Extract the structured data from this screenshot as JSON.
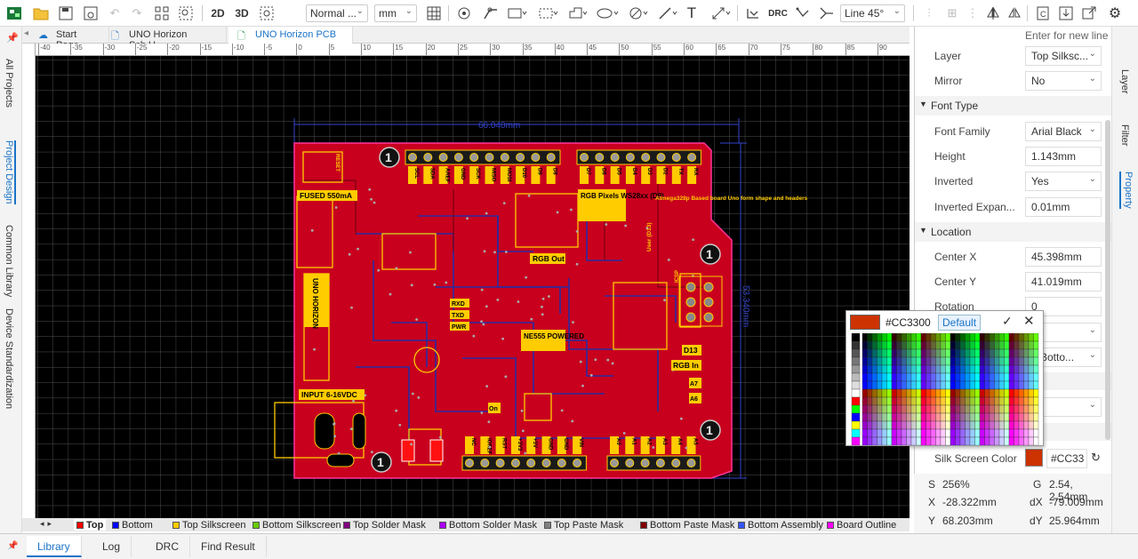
{
  "toolbar": {
    "mode_2d": "2D",
    "mode_3d": "3D",
    "view_select": "Normal ...",
    "unit_select": "mm",
    "drc_label": "DRC",
    "line_select": "Line 45°"
  },
  "left_tabs": [
    "All Projects",
    "Project Design",
    "Common Library",
    "Device Standardization"
  ],
  "doc_tabs": [
    "Start Page",
    "UNO Horizon Sch.U...",
    "UNO Horizon PCB"
  ],
  "ruler_ticks": [
    "-40",
    "-35",
    "-30",
    "-25",
    "-20",
    "-15",
    "-10",
    "-5",
    "0",
    "5",
    "10",
    "15",
    "20",
    "25",
    "30",
    "35",
    "40",
    "45",
    "50",
    "55",
    "60",
    "65",
    "70",
    "75",
    "80",
    "85",
    "90"
  ],
  "board": {
    "width_dim": "66.040mm",
    "height_dim": "53.340mm",
    "labels": {
      "fused": "FUSED 550mA",
      "rgb_pixels": "RGB Pixels WS28xx (D9)",
      "atmega": "Atmega328p Based board Uno form shape and headers",
      "rgb_out": "RGB Out",
      "horizon": "UNO HORIZON",
      "rxd": "RXD",
      "txd": "TXD",
      "pwr": "PWR",
      "ne555": "NE555 POWERED",
      "input": "INPUT 6-16VDC",
      "d13": "D13",
      "rgb_in": "RGB In",
      "a7": "A7",
      "a6": "A6",
      "on": "On",
      "icsp": "ICSP",
      "user": "User (D13)",
      "reset": "RESET",
      "vin": "VIN",
      "mount": "1"
    },
    "top_pins": [
      "SCL",
      "SDA",
      "AREF",
      "GND",
      "SCK",
      "MISO",
      "MOSI",
      "D10",
      "D9",
      "D8",
      "D7",
      "D6",
      "D5",
      "D4",
      "D3",
      "D2",
      "TX",
      "RX"
    ],
    "bottom_pins_left": [
      "NC",
      "IOREF",
      "RST",
      "+3V3",
      "+5V",
      "GND",
      "GND",
      "VIN"
    ],
    "bottom_pins_right": [
      "A0",
      "A1",
      "A2",
      "A3",
      "A4",
      "A5"
    ]
  },
  "layers": [
    {
      "name": "Top",
      "color": "#ff0000"
    },
    {
      "name": "Bottom",
      "color": "#0000ff"
    },
    {
      "name": "Top Silkscreen",
      "color": "#ffcc00"
    },
    {
      "name": "Bottom Silkscreen",
      "color": "#66cc00"
    },
    {
      "name": "Top Solder Mask",
      "color": "#800080"
    },
    {
      "name": "Bottom Solder Mask",
      "color": "#aa00ff"
    },
    {
      "name": "Top Paste Mask",
      "color": "#808080"
    },
    {
      "name": "Bottom Paste Mask",
      "color": "#800000"
    },
    {
      "name": "Bottom Assembly",
      "color": "#3355ff"
    },
    {
      "name": "Board Outline",
      "color": "#ff00ff"
    }
  ],
  "bottom_tabs": [
    "Library",
    "Log",
    "DRC",
    "Find Result"
  ],
  "properties": {
    "partial_top": "Enter for new line",
    "layer_label": "Layer",
    "layer_value": "Top Silksc...",
    "mirror_label": "Mirror",
    "mirror_value": "No",
    "font_type_section": "Font Type",
    "font_family_label": "Font Family",
    "font_family_value": "Arial Black",
    "height_label": "Height",
    "height_value": "1.143mm",
    "inverted_label": "Inverted",
    "inverted_value": "Yes",
    "inverted_exp_label": "Inverted Expan...",
    "inverted_exp_value": "0.01mm",
    "location_section": "Location",
    "center_x_label": "Center X",
    "center_x_value": "45.398mm",
    "center_y_label": "Center Y",
    "center_y_value": "41.019mm",
    "rotation_label": "Rotation",
    "rotation_value": "0",
    "partial_value": "ft Botto...",
    "silk_color_label": "Silk Screen Color",
    "silk_color_value": "#CC33",
    "silk_color": "#CC3300"
  },
  "status": {
    "s_label": "S",
    "s_value": "256%",
    "g_label": "G",
    "g_value": "2.54, 2.54mm",
    "x_label": "X",
    "x_value": "-28.322mm",
    "dx_label": "dX",
    "dx_value": "-79.009mm",
    "y_label": "Y",
    "y_value": "68.203mm",
    "dy_label": "dY",
    "dy_value": "25.964mm"
  },
  "right_tabs": [
    "Layer",
    "Filter",
    "Property"
  ],
  "color_picker": {
    "hex": "#CC3300",
    "default_label": "Default",
    "swatch_color": "#CC3300"
  }
}
